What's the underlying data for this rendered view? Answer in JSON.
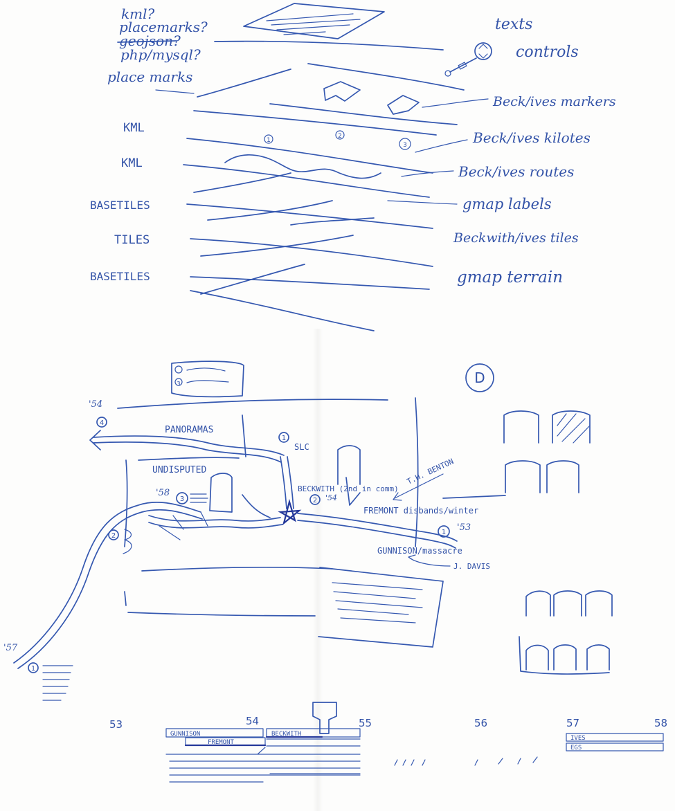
{
  "stack": {
    "left_labels": {
      "kml_q": "kml?",
      "placemarks_q": "placemarks?",
      "geojson_q": "geojson?",
      "php_q": "php/mysql?",
      "placemarks": "place marks",
      "kml_1": "KML",
      "kml_2": "KML",
      "basetiles_1": "BASETILES",
      "tiles": "TILES",
      "basetiles_2": "BASETILES"
    },
    "right_labels": {
      "text": "texts",
      "controls": "controls",
      "markers": "Beck/ives markers",
      "kilotes": "Beck/ives kilotes",
      "routes": "Beck/ives routes",
      "gmap_labels": "gmap labels",
      "tiles": "Beckwith/ives tiles",
      "terrain": "gmap terrain"
    },
    "layer_markers": [
      "1",
      "2",
      "3"
    ]
  },
  "map": {
    "year_54": "'54",
    "panoramas": "PANORAMAS",
    "undisputed": "UNDISPUTED",
    "slc": "SLC",
    "year_58": "'58",
    "beckwith": "BECKWITH (2nd in comm)",
    "year_54b": "'54",
    "th_benton": "T.H. BENTON",
    "fremont": "FREMONT disbands/winter",
    "gunnison": "GUNNISON/massacre",
    "j_davis": "J. DAVIS",
    "year_53": "'53",
    "year_57": "'57",
    "compass": "D",
    "badges": [
      "1",
      "2",
      "3",
      "4",
      "1",
      "2",
      "3",
      "1"
    ]
  },
  "timeline": {
    "ticks": [
      "53",
      "54",
      "55",
      "56",
      "57",
      "58"
    ],
    "bars": {
      "gunnison": "GUNNISON",
      "fremont": "FREMONT",
      "beckwith": "BECKWITH",
      "ives": "IVES",
      "egs": "EGS"
    }
  }
}
